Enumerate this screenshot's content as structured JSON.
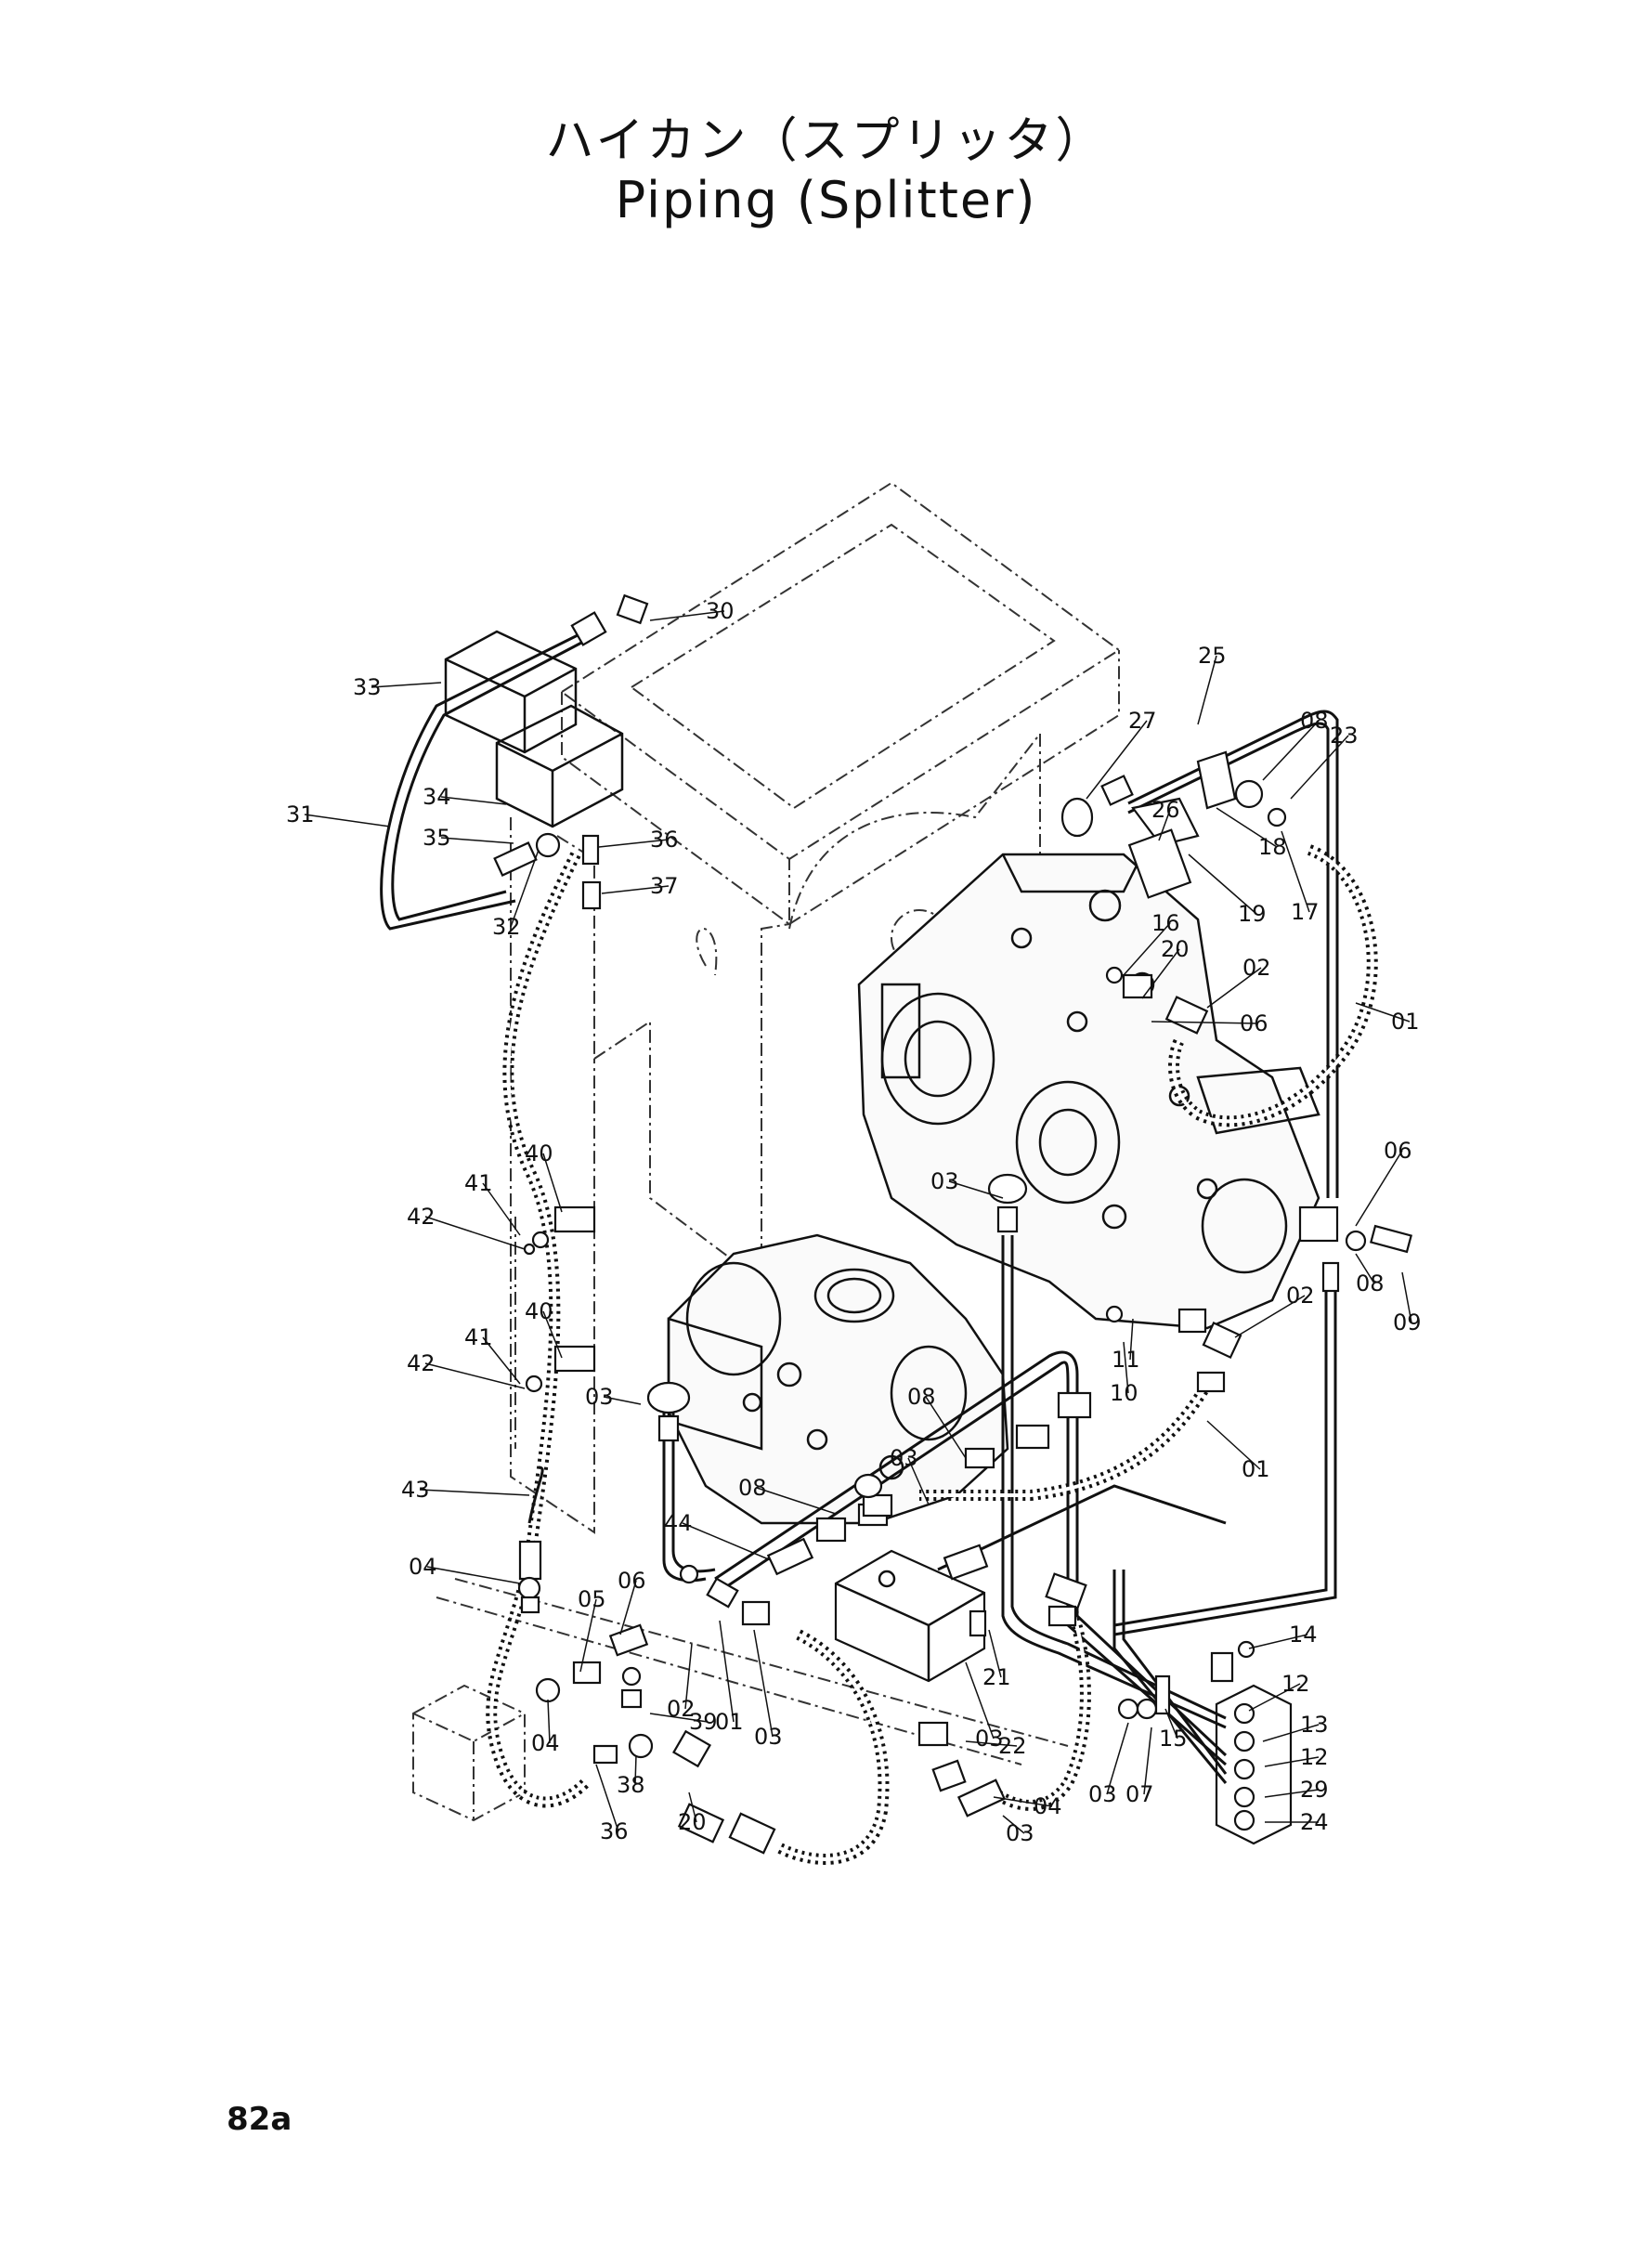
{
  "title": {
    "japanese": "ハイカン（スプリッタ）",
    "english": "Piping (Splitter)"
  },
  "page_number": "82a",
  "part_callouts": [
    "30",
    "33",
    "31",
    "34",
    "35",
    "32",
    "36",
    "37",
    "40",
    "41",
    "42",
    "41",
    "40",
    "42",
    "43",
    "04",
    "05",
    "06",
    "04",
    "36",
    "38",
    "20",
    "39",
    "02",
    "01",
    "03",
    "44",
    "08",
    "08",
    "03",
    "03",
    "21",
    "22",
    "04",
    "03",
    "03",
    "07",
    "15",
    "14",
    "12",
    "13",
    "12",
    "29",
    "24",
    "25",
    "27",
    "26",
    "08",
    "23",
    "18",
    "19",
    "17",
    "16",
    "20",
    "02",
    "01",
    "03",
    "06",
    "08",
    "09",
    "11",
    "10",
    "02",
    "01",
    "03",
    "06",
    "08",
    "06"
  ]
}
